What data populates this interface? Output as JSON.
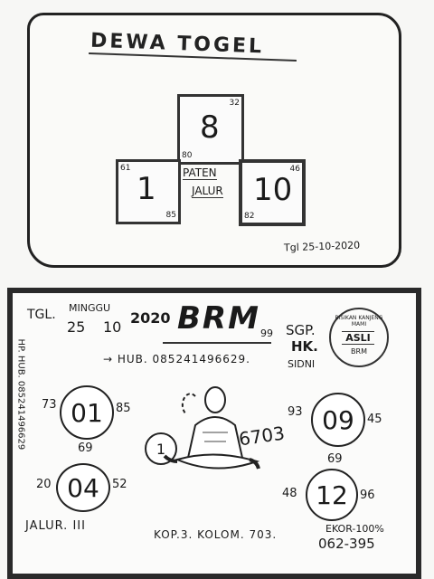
{
  "top": {
    "title": "DEWA TOGEL",
    "box_top": {
      "big": "8",
      "corner_tr": "32",
      "corner_bl": "80"
    },
    "box_left": {
      "big": "1",
      "corner_tl": "61",
      "corner_br": "85"
    },
    "box_right": {
      "big": "10",
      "corner_tr": "46",
      "corner_bl": "82"
    },
    "paten_label": "PATEN",
    "jalur_label": "JALUR",
    "date": "Tgl 25-10-2020"
  },
  "bottom": {
    "tgl_label": "TGL.",
    "day": "MINGGU",
    "date_day": "25",
    "date_month": "10",
    "year": "2020",
    "brand": "BRM",
    "brand_sup": "99",
    "markets": [
      "SGP.",
      "HK.",
      "SIDNI"
    ],
    "hub_line": "→ HUB. 085241496629.",
    "side_text": "HP. HUB. 085241496629",
    "stamp_text": "BISIKAN KANJENG MAMI",
    "stamp_center": "ASLI",
    "stamp_bottom": "BRM",
    "circles": [
      {
        "value": "01",
        "left": "73",
        "right": "85",
        "below": "69"
      },
      {
        "value": "09",
        "left": "93",
        "right": "45",
        "below": "69"
      },
      {
        "value": "04",
        "left": "20",
        "right": "52",
        "below": ""
      },
      {
        "value": "12",
        "left": "48",
        "right": "96",
        "below": ""
      }
    ],
    "center_small": "1",
    "center_num": "6703",
    "jalur": "JALUR. III",
    "kop": "KOP.3. KOLOM. 703.",
    "ekor_label": "EKOR-100%",
    "ekor_value": "062-395"
  }
}
